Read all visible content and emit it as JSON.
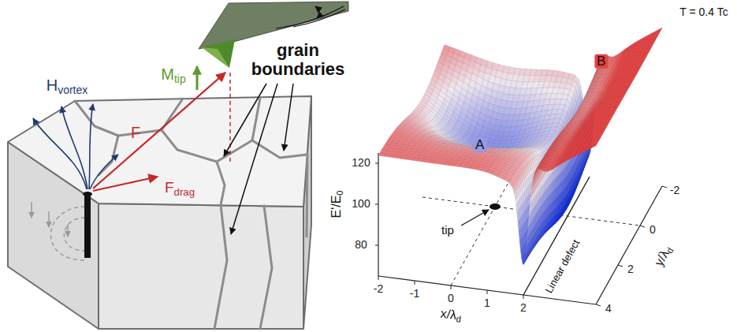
{
  "diagram": {
    "labels": [
      "M",
      "tip",
      "H",
      "vortex",
      "F",
      "F",
      "drag",
      "grain boundaries",
      "T = 0.4 Tc",
      "A",
      "B",
      "tip",
      "Linear defect",
      "E'/E",
      "0",
      "x/λ",
      "d",
      "y/λ",
      "d",
      "80",
      "100",
      "120",
      "-2",
      "-1",
      "0",
      "1",
      "2",
      "-2",
      "0",
      "2",
      "4"
    ]
  }
}
